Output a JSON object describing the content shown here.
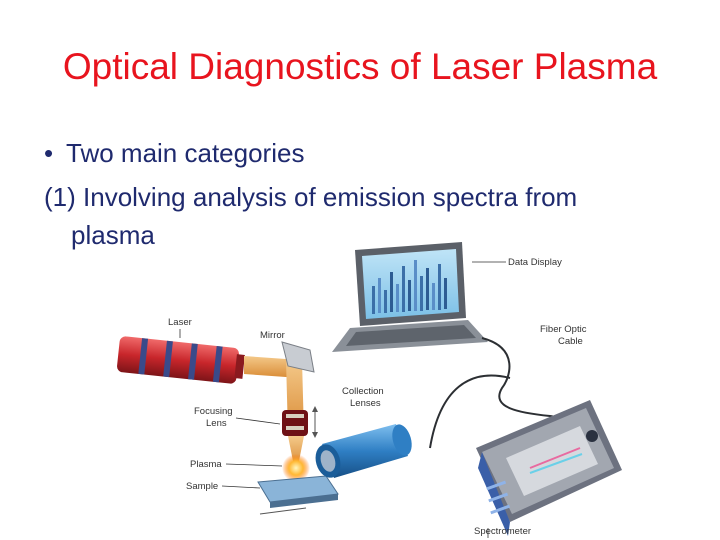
{
  "slide": {
    "title": "Optical Diagnostics of Laser Plasma",
    "bullet": "Two main categories",
    "item_number": "(1)",
    "item_text_line1": "Involving analysis of emission spectra from",
    "item_text_line2": "plasma"
  },
  "diagram": {
    "labels": {
      "data_display": "Data Display",
      "laser": "Laser",
      "mirror": "Mirror",
      "fiber_optic_line1": "Fiber Optic",
      "fiber_optic_line2": "Cable",
      "collection_line1": "Collection",
      "collection_line2": "Lenses",
      "focusing_line1": "Focusing",
      "focusing_line2": "Lens",
      "plasma": "Plasma",
      "sample": "Sample",
      "spectrometer": "Spectrometer"
    },
    "colors": {
      "title": "#e8141e",
      "body_text": "#1f2a6e",
      "laser_body": "#c8262b",
      "beam": "#e8a84a",
      "lens_blue": "#2f7fc4",
      "spectrometer": "#6d7280"
    }
  }
}
